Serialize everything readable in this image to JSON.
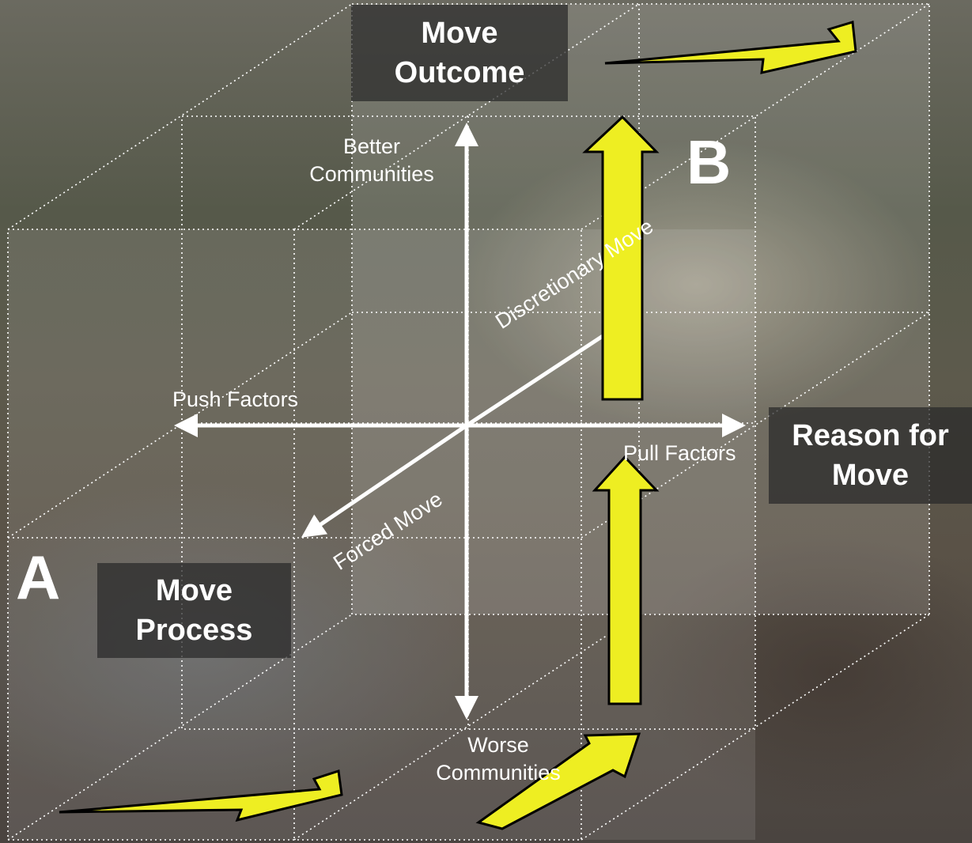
{
  "boxes": {
    "move_outcome": "Move\nOutcome",
    "reason_for_move": "Reason for\nMove",
    "move_process": "Move\nProcess"
  },
  "axis_labels": {
    "better_communities": "Better\nCommunities",
    "worse_communities": "Worse\nCommunities",
    "push_factors": "Push Factors",
    "pull_factors": "Pull Factors",
    "discretionary_move": "Discretionary Move",
    "forced_move": "Forced Move"
  },
  "corner_letters": {
    "a": "A",
    "b": "B"
  },
  "colors": {
    "arrow_fill": "#eeee22",
    "arrow_stroke": "#000000",
    "axis": "#ffffff",
    "box_bg": "#282828"
  }
}
